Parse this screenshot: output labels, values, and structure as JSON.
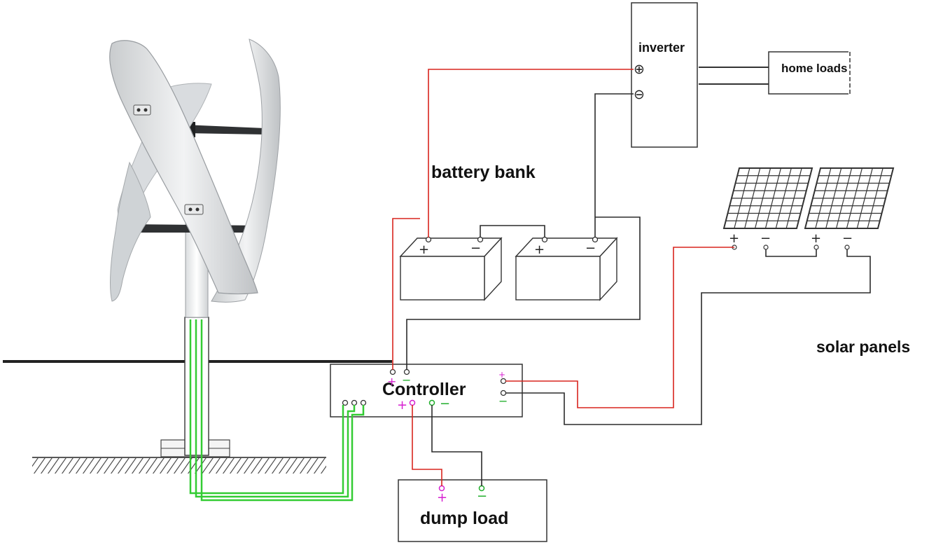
{
  "labels": {
    "inverter": "inverter",
    "home_loads": "home loads",
    "battery_bank": "battery bank",
    "controller": "Controller",
    "solar_panels": "solar panels",
    "dump_load": "dump load"
  },
  "symbols": {
    "plus": "+",
    "minus": "−",
    "inverter_plus": "⊕",
    "inverter_minus": "⊖"
  },
  "colors": {
    "positive_wire": "#d8251e",
    "negative_wire": "#2b2b2b",
    "turbine_wire": "#33cc33",
    "polarity_plus": "#d61fd0",
    "polarity_minus": "#1fae2a"
  }
}
